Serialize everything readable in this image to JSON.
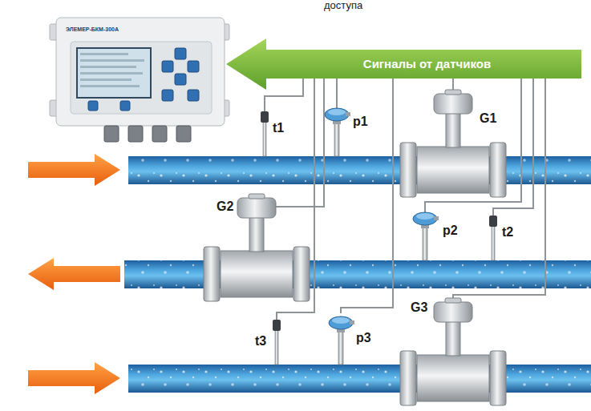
{
  "diagram": {
    "nodes": [
      {
        "text": [
          "ЭЛЕМЕР-БКМ-300А"
        ]
      },
      {
        "text": [
          "Сигналы от датчиков"
        ]
      }
    ],
    "labels": [
      "доступа",
      "t1",
      "p1",
      "G1",
      "G2",
      "p2",
      "t2",
      "t3",
      "p3",
      "G3"
    ]
  }
}
